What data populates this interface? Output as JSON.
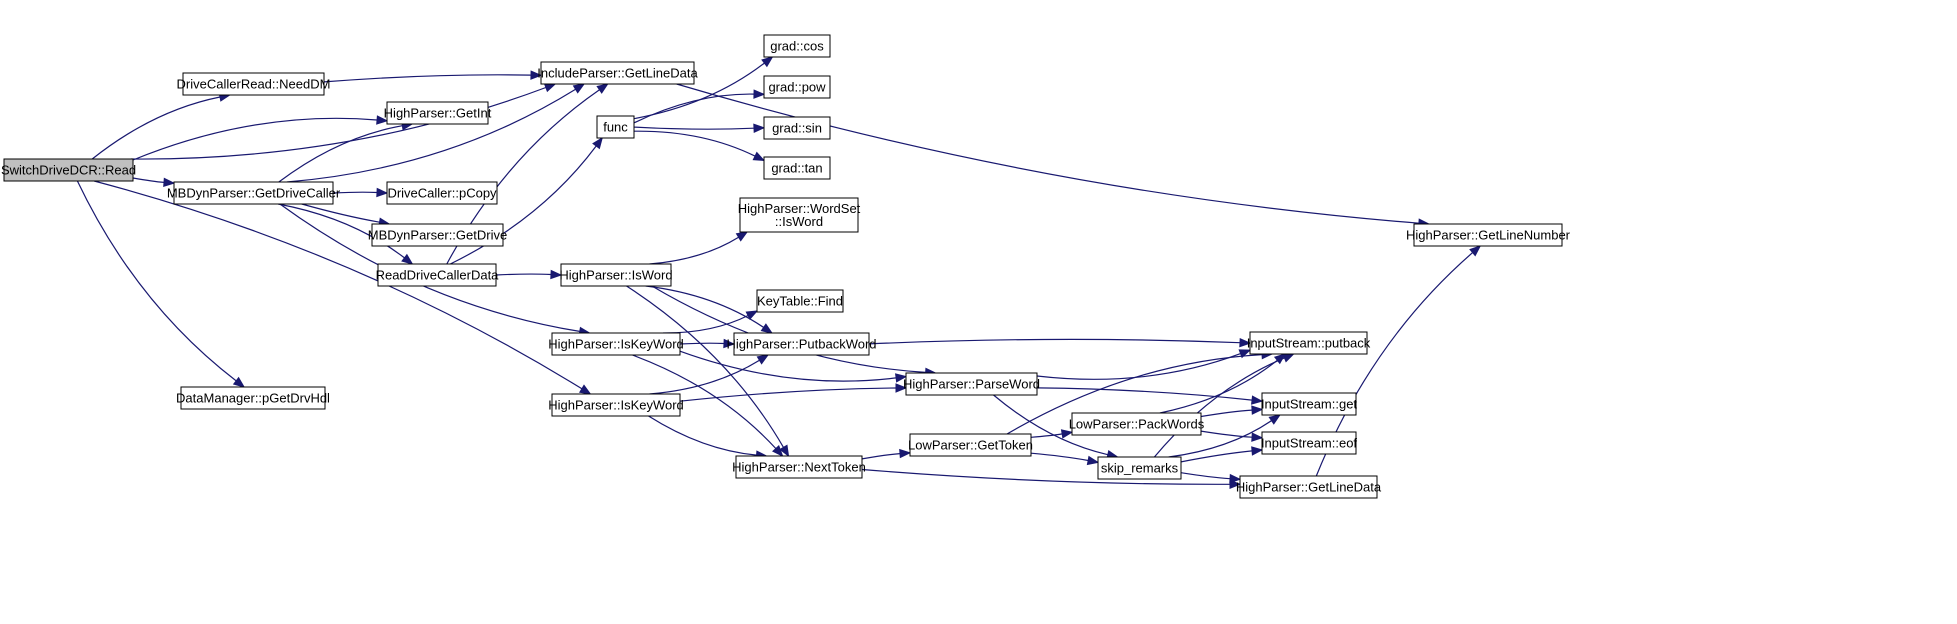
{
  "graph": {
    "edge_color": "#191970",
    "root_fill": "#bfbfbf",
    "nodes": [
      {
        "id": "root",
        "lines": [
          "SwitchDriveDCR::Read"
        ],
        "root": true
      },
      {
        "id": "needdm",
        "lines": [
          "DriveCallerRead::NeedDM"
        ]
      },
      {
        "id": "incl_getline",
        "lines": [
          "IncludeParser::GetLineData"
        ]
      },
      {
        "id": "hp_getint",
        "lines": [
          "HighParser::GetInt"
        ]
      },
      {
        "id": "mbdyn_getdc",
        "lines": [
          "MBDynParser::GetDriveCaller"
        ]
      },
      {
        "id": "dc_pcopy",
        "lines": [
          "DriveCaller::pCopy"
        ]
      },
      {
        "id": "mbdyn_getdrive",
        "lines": [
          "MBDynParser::GetDrive"
        ]
      },
      {
        "id": "readdcd",
        "lines": [
          "ReadDriveCallerData"
        ]
      },
      {
        "id": "func",
        "lines": [
          "func"
        ]
      },
      {
        "id": "grad_cos",
        "lines": [
          "grad::cos"
        ]
      },
      {
        "id": "grad_pow",
        "lines": [
          "grad::pow"
        ]
      },
      {
        "id": "grad_sin",
        "lines": [
          "grad::sin"
        ]
      },
      {
        "id": "grad_tan",
        "lines": [
          "grad::tan"
        ]
      },
      {
        "id": "wordset_isword",
        "lines": [
          "HighParser::WordSet",
          "::IsWord"
        ]
      },
      {
        "id": "hp_isword",
        "lines": [
          "HighParser::IsWord"
        ]
      },
      {
        "id": "keytable_find",
        "lines": [
          "KeyTable::Find"
        ]
      },
      {
        "id": "hp_iskeyword1",
        "lines": [
          "HighParser::IsKeyWord"
        ]
      },
      {
        "id": "hp_putback",
        "lines": [
          "HighParser::PutbackWord"
        ]
      },
      {
        "id": "hp_iskeyword2",
        "lines": [
          "HighParser::IsKeyWord"
        ]
      },
      {
        "id": "hp_parseword",
        "lines": [
          "HighParser::ParseWord"
        ]
      },
      {
        "id": "dm_pgetdrvhdl",
        "lines": [
          "DataManager::pGetDrvHdl"
        ]
      },
      {
        "id": "hp_nexttoken",
        "lines": [
          "HighParser::NextToken"
        ]
      },
      {
        "id": "lp_gettoken",
        "lines": [
          "LowParser::GetToken"
        ]
      },
      {
        "id": "lp_packwords",
        "lines": [
          "LowParser::PackWords"
        ]
      },
      {
        "id": "skip_remarks",
        "lines": [
          "skip_remarks"
        ]
      },
      {
        "id": "is_putback",
        "lines": [
          "InputStream::putback"
        ]
      },
      {
        "id": "is_get",
        "lines": [
          "InputStream::get"
        ]
      },
      {
        "id": "is_eof",
        "lines": [
          "InputStream::eof"
        ]
      },
      {
        "id": "hp_getlinedata",
        "lines": [
          "HighParser::GetLineData"
        ]
      },
      {
        "id": "hp_getlinenumber",
        "lines": [
          "HighParser::GetLineNumber"
        ]
      }
    ],
    "edges": [
      [
        "root",
        "needdm"
      ],
      [
        "root",
        "incl_getline"
      ],
      [
        "root",
        "hp_getint"
      ],
      [
        "root",
        "mbdyn_getdc"
      ],
      [
        "root",
        "hp_iskeyword2"
      ],
      [
        "root",
        "dm_pgetdrvhdl"
      ],
      [
        "needdm",
        "incl_getline"
      ],
      [
        "incl_getline",
        "hp_getlinenumber"
      ],
      [
        "mbdyn_getdc",
        "hp_getint"
      ],
      [
        "mbdyn_getdc",
        "incl_getline"
      ],
      [
        "mbdyn_getdc",
        "dc_pcopy"
      ],
      [
        "mbdyn_getdc",
        "mbdyn_getdrive"
      ],
      [
        "mbdyn_getdc",
        "readdcd"
      ],
      [
        "mbdyn_getdc",
        "hp_iskeyword1"
      ],
      [
        "readdcd",
        "incl_getline"
      ],
      [
        "readdcd",
        "func"
      ],
      [
        "readdcd",
        "hp_isword"
      ],
      [
        "func",
        "grad_cos"
      ],
      [
        "func",
        "grad_pow"
      ],
      [
        "func",
        "grad_sin"
      ],
      [
        "func",
        "grad_tan"
      ],
      [
        "hp_isword",
        "wordset_isword"
      ],
      [
        "hp_isword",
        "hp_putback"
      ],
      [
        "hp_isword",
        "hp_parseword"
      ],
      [
        "hp_isword",
        "hp_nexttoken"
      ],
      [
        "hp_iskeyword1",
        "keytable_find"
      ],
      [
        "hp_iskeyword1",
        "hp_putback"
      ],
      [
        "hp_iskeyword1",
        "hp_parseword"
      ],
      [
        "hp_iskeyword1",
        "hp_nexttoken"
      ],
      [
        "hp_iskeyword2",
        "hp_putback"
      ],
      [
        "hp_iskeyword2",
        "hp_parseword"
      ],
      [
        "hp_iskeyword2",
        "hp_nexttoken"
      ],
      [
        "hp_putback",
        "is_putback"
      ],
      [
        "hp_parseword",
        "is_putback"
      ],
      [
        "hp_parseword",
        "is_get"
      ],
      [
        "hp_parseword",
        "skip_remarks"
      ],
      [
        "hp_nexttoken",
        "lp_gettoken"
      ],
      [
        "hp_nexttoken",
        "hp_getlinedata"
      ],
      [
        "lp_gettoken",
        "is_putback"
      ],
      [
        "lp_gettoken",
        "lp_packwords"
      ],
      [
        "lp_gettoken",
        "skip_remarks"
      ],
      [
        "lp_packwords",
        "is_putback"
      ],
      [
        "lp_packwords",
        "is_get"
      ],
      [
        "lp_packwords",
        "is_eof"
      ],
      [
        "skip_remarks",
        "is_putback"
      ],
      [
        "skip_remarks",
        "is_get"
      ],
      [
        "skip_remarks",
        "is_eof"
      ],
      [
        "skip_remarks",
        "hp_getlinedata"
      ],
      [
        "hp_getlinedata",
        "hp_getlinenumber"
      ]
    ]
  }
}
